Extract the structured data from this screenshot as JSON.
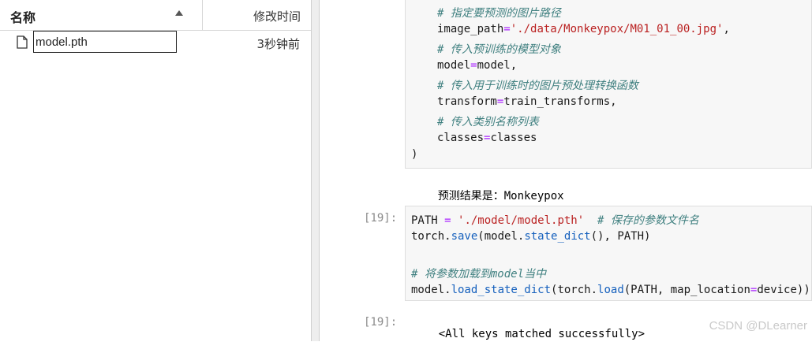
{
  "file_browser": {
    "header": {
      "name_label": "名称",
      "modified_label": "修改时间"
    },
    "files": [
      {
        "name": "model.pth",
        "modified": "3秒钟前",
        "icon": "file-icon"
      }
    ]
  },
  "notebook": {
    "cell1_lines": {
      "l1": "# 指定要预测的图片路径",
      "l2_a": "image_path",
      "l2_b": "=",
      "l2_c": "'./data/Monkeypox/M01_01_00.jpg'",
      "l2_d": ",",
      "l3": "# 传入预训练的模型对象",
      "l4_a": "model",
      "l4_b": "=",
      "l4_c": "model,",
      "l5": "# 传入用于训练时的图片预处理转换函数",
      "l6_a": "transform",
      "l6_b": "=",
      "l6_c": "train_transforms,",
      "l7": "# 传入类别名称列表",
      "l8_a": "classes",
      "l8_b": "=",
      "l8_c": "classes",
      "l9": ")"
    },
    "cell1_output": "预测结果是：Monkeypox",
    "cell2": {
      "prompt": "[19]:",
      "l1_a": "PATH ",
      "l1_b": "=",
      "l1_c": " './model/model.pth'",
      "l1_d": "  # 保存的参数文件名",
      "l2_a": "torch.",
      "l2_b": "save",
      "l2_c": "(model.",
      "l2_d": "state_dict",
      "l2_e": "(), PATH)",
      "l3": "# 将参数加载到model当中",
      "l4_a": "model.",
      "l4_b": "load_state_dict",
      "l4_c": "(torch.",
      "l4_d": "load",
      "l4_e": "(PATH, map_location",
      "l4_f": "=",
      "l4_g": "device))"
    },
    "cell2_output": {
      "prompt": "[19]:",
      "text": "<All keys matched successfully>"
    }
  },
  "watermark": "CSDN @DLearner"
}
